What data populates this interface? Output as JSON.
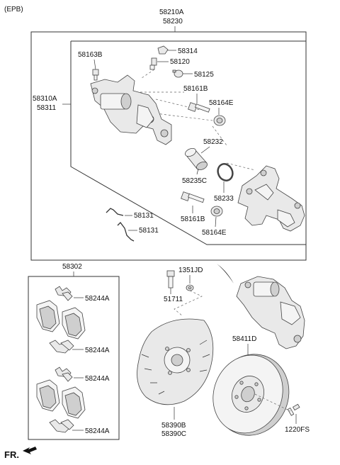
{
  "header": {
    "variant": "(EPB)"
  },
  "caliper_assembly": {
    "labels": [
      "58210A",
      "58230"
    ],
    "housing": [
      "58310A",
      "58311"
    ],
    "bolt": "58163B",
    "cap": "58314",
    "bleeder": "58120",
    "bleeder_cap": "58125",
    "guide_pin_upper": "58161B",
    "boot_upper": "58164E",
    "seal": "58232",
    "piston": "58235C",
    "piston_boot": "58233",
    "guide_pin_lower": "58161B",
    "boot_lower": "58164E",
    "spring_upper": "58131",
    "spring_lower": "58131"
  },
  "pad_kit": {
    "label": "58302",
    "shim_labels": [
      "58244A",
      "58244A",
      "58244A",
      "58244A"
    ]
  },
  "mounting": {
    "bolt": "51711",
    "washer": "1351JD"
  },
  "dust_shield": [
    "58390B",
    "58390C"
  ],
  "disc": "58411D",
  "disc_screw": "1220FS",
  "direction": "FR."
}
